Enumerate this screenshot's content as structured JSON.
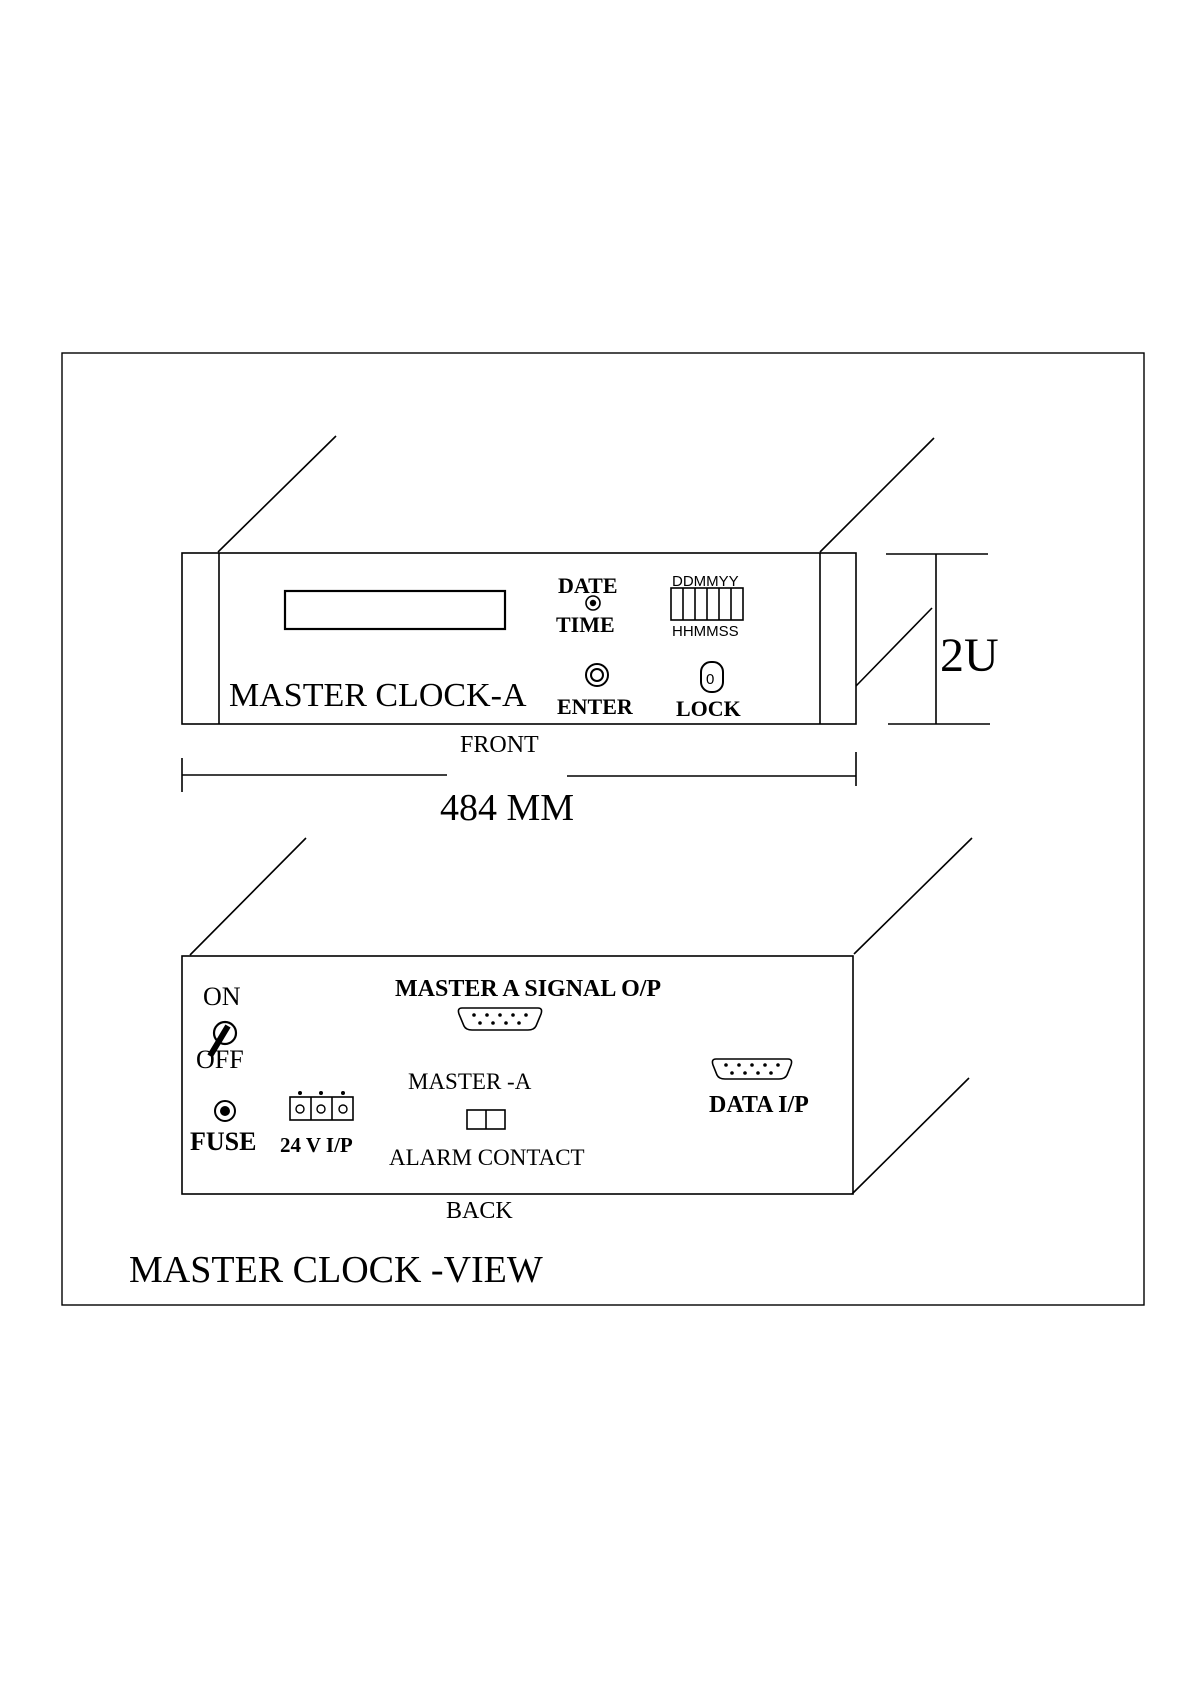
{
  "front": {
    "device_name": "MASTER CLOCK-A",
    "date_label": "DATE",
    "time_label": "TIME",
    "enter_label": "ENTER",
    "lock_label": "LOCK",
    "lock_key_glyph": "0",
    "date_format": "DDMMYY",
    "time_format": "HHMMSS",
    "caption": "FRONT"
  },
  "dimensions": {
    "width_label": "484 MM",
    "height_label": "2U"
  },
  "back": {
    "on_label": "ON",
    "off_label": "OFF",
    "fuse_label": "FUSE",
    "power_input_label": "24 V I/P",
    "signal_output_label": "MASTER A SIGNAL O/P",
    "alarm_device_label": "MASTER -A",
    "alarm_contact_label": "ALARM CONTACT",
    "data_input_label": "DATA I/P",
    "caption": "BACK"
  },
  "title": "MASTER CLOCK -VIEW"
}
